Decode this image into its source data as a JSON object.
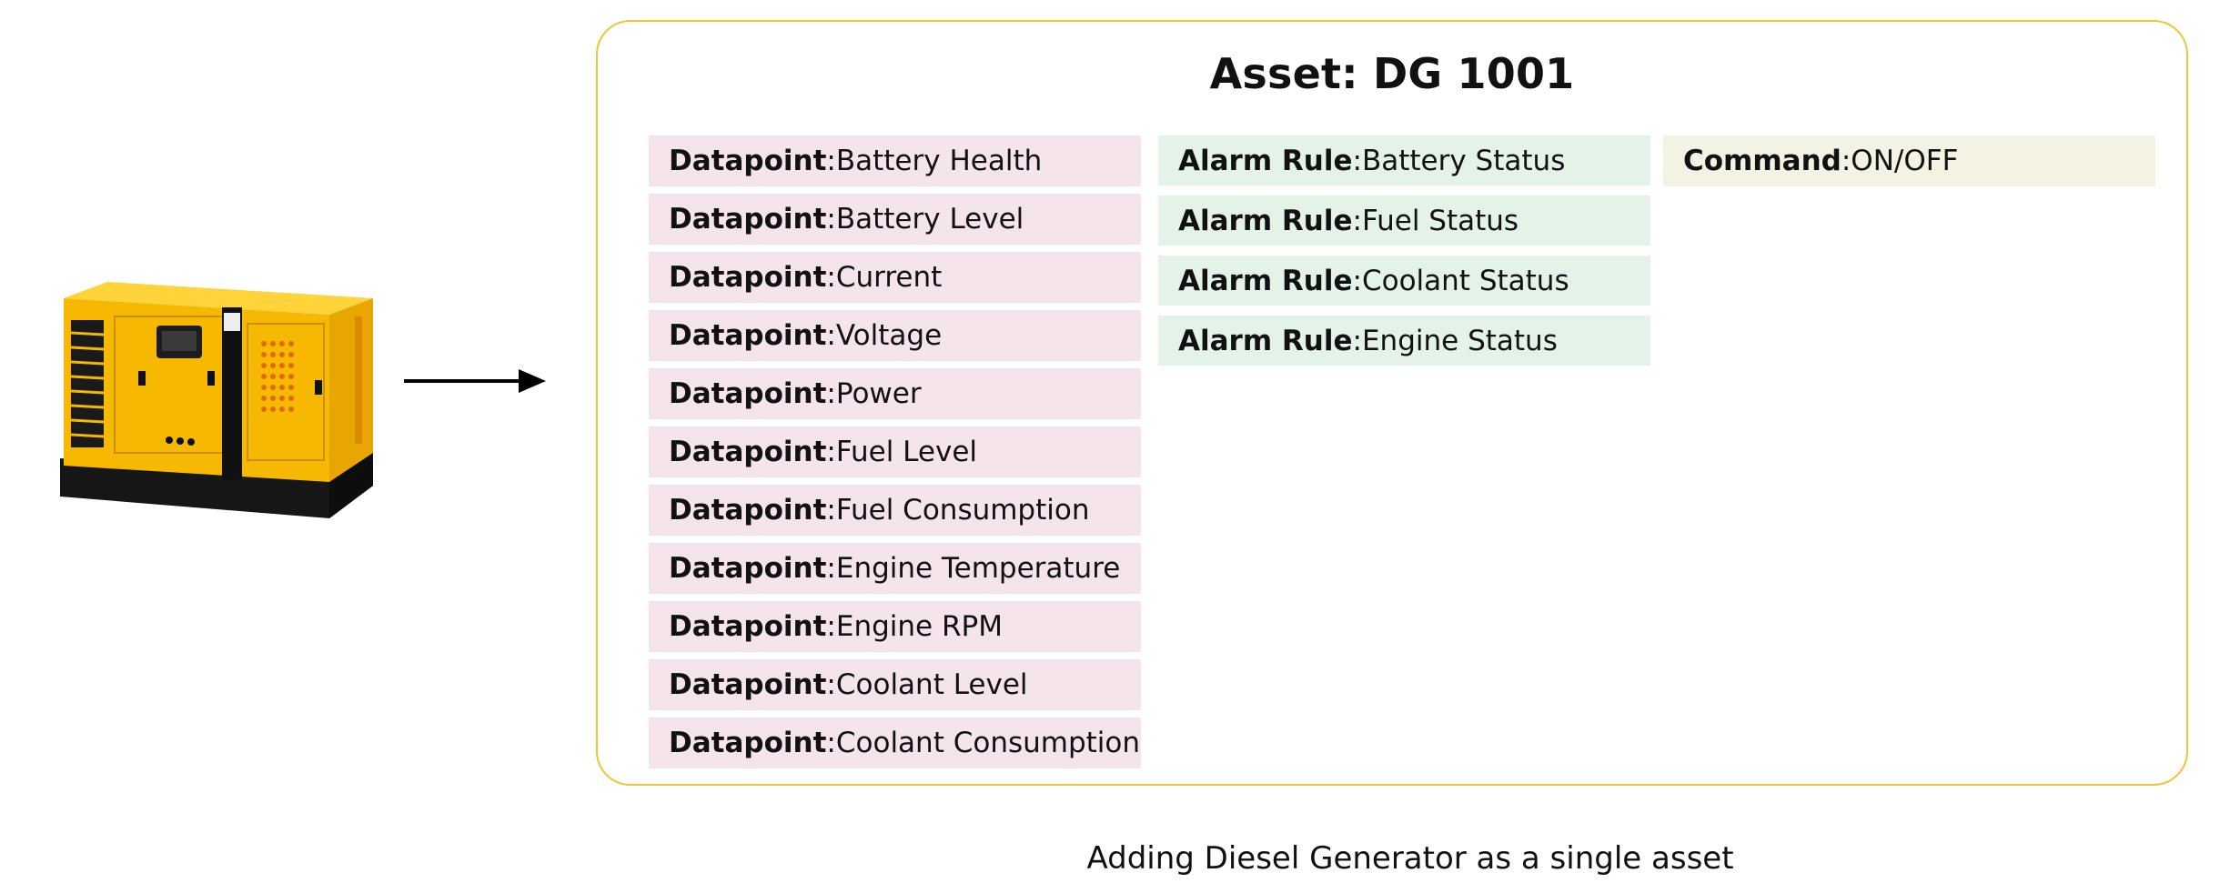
{
  "asset": {
    "title": "Asset: DG 1001"
  },
  "datapoints": {
    "prefix": "Datapoint",
    "items": [
      "Battery Health",
      "Battery Level",
      "Current",
      "Voltage",
      "Power",
      "Fuel Level",
      "Fuel Consumption",
      "Engine Temperature",
      "Engine RPM",
      "Coolant Level",
      "Coolant Consumption"
    ]
  },
  "alarm_rules": {
    "prefix": "Alarm Rule",
    "items": [
      "Battery Status",
      "Fuel Status",
      "Coolant Status",
      "Engine Status"
    ]
  },
  "commands": {
    "prefix": "Command",
    "items": [
      "ON/OFF"
    ]
  },
  "caption": "Adding Diesel Generator as a single asset",
  "colors": {
    "panel_border": "#f0c33a",
    "datapoint_bg": "#f5e4ec",
    "alarm_bg": "#e3f3e8",
    "command_bg": "#f4f2e2",
    "generator_body": "#f5b700"
  }
}
